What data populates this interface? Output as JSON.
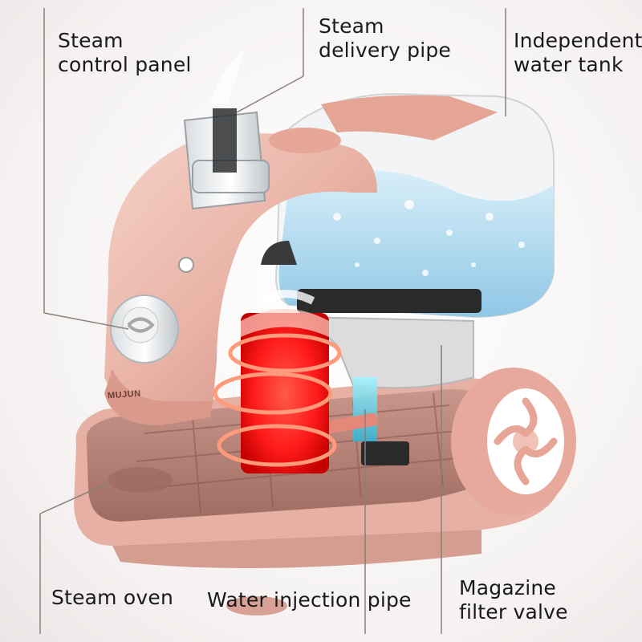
{
  "labels": {
    "steam_control_panel": "Steam\ncontrol panel",
    "steam_delivery_pipe": "Steam\ndelivery pipe",
    "independent_water_tank": "Independent\nwater tank",
    "steam_oven": "Steam oven",
    "water_injection_pipe": "Water injection pipe",
    "magazine_filter_valve": "Magazine\nfilter valve"
  },
  "brand_logo": "MUJUN",
  "colors": {
    "body_pink": "#e9b3a6",
    "body_pink_dark": "#c98a7d",
    "base_tray": "#b98277",
    "heater_red": "#ff2a2a",
    "heater_ring": "#ff9a7a",
    "water_blue": "#a8d6ee",
    "leader_line": "#8a7f7d",
    "text": "#1a1a1a"
  },
  "icons": [
    "steam-nozzle-icon",
    "control-knob-icon",
    "wheel-icon",
    "heating-coil-icon"
  ]
}
